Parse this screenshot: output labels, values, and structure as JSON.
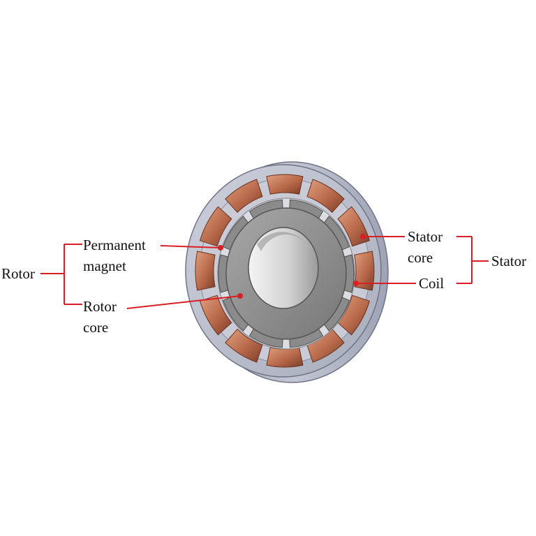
{
  "labels": {
    "rotor": "Rotor",
    "permanent_magnet_line1": "Permanent",
    "permanent_magnet_line2": "magnet",
    "rotor_core_line1": "Rotor",
    "rotor_core_line2": "core",
    "stator": "Stator",
    "stator_core_line1": "Stator",
    "stator_core_line2": "core",
    "coil": "Coil"
  },
  "colors": {
    "leader": "#d81f26",
    "copper": "#b5694a",
    "stator_steel": "#b7bccb",
    "rotor_steel": "#9a9a9a"
  }
}
